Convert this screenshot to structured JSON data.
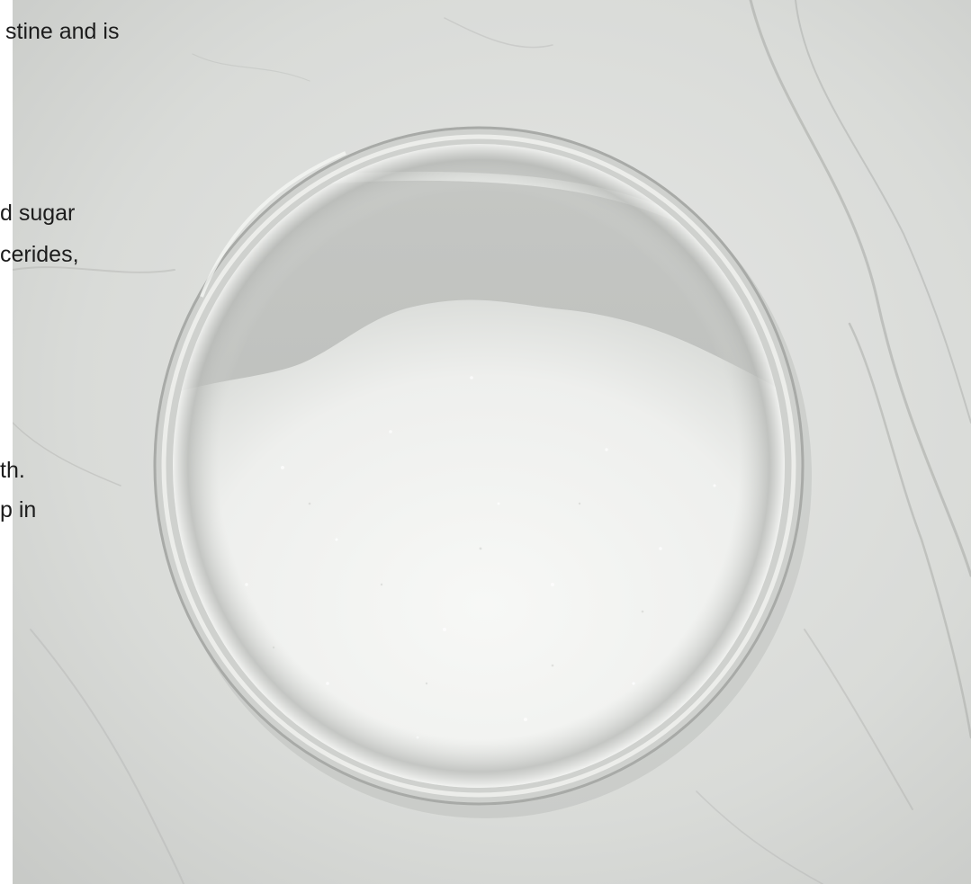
{
  "overlay_text": [
    "stine and is",
    "d sugar",
    "cerides,",
    "th.",
    "p in"
  ],
  "colors": {
    "marble_base": "#d8dad7",
    "marble_vein": "#9a9c99",
    "dish_rim": "#c9cbc8",
    "powder": "#f4f5f3",
    "text": "#1c1c1c"
  },
  "icons": {
    "dish": "petri-dish-icon",
    "powder": "white-powder-icon"
  }
}
